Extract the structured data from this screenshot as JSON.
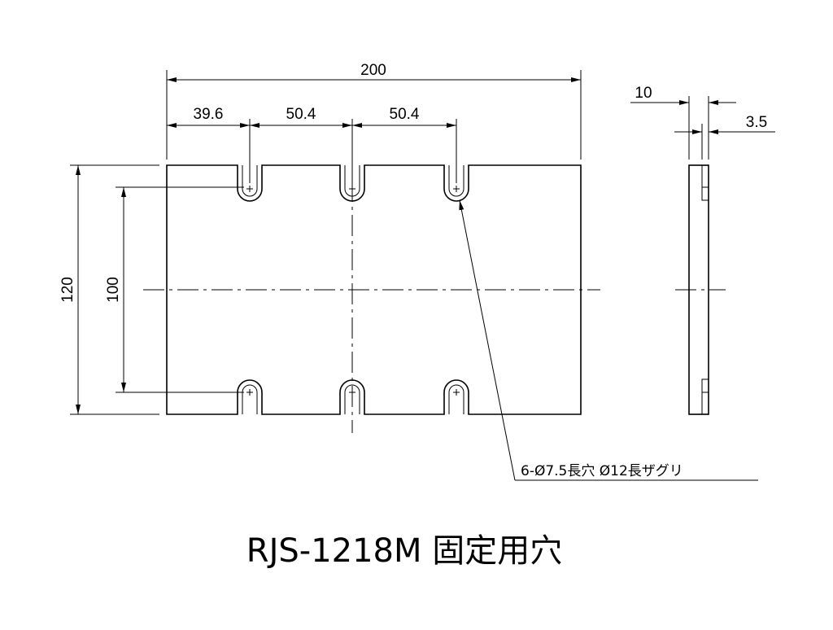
{
  "drawing": {
    "dimensions": {
      "overall_width": "200",
      "slot_offset_1": "39.6",
      "slot_pitch_1": "50.4",
      "slot_pitch_2": "50.4",
      "overall_height": "120",
      "slot_span": "100",
      "thickness": "10",
      "counterbore_depth": "3.5"
    },
    "note": "6-Ø7.5長穴 Ø12長ザグリ",
    "title": "RJS-1218M 固定用穴"
  }
}
